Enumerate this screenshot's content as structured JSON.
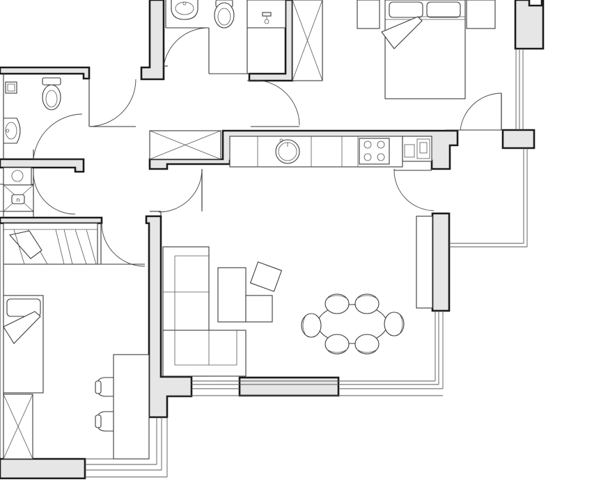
{
  "plan": {
    "type": "architectural-floor-plan",
    "rooms": [
      {
        "id": "bathroom-top",
        "fixtures": [
          "washbasin-icon",
          "toilet-icon",
          "shower-icon"
        ]
      },
      {
        "id": "bathroom-left",
        "fixtures": [
          "toilet-icon",
          "washbasin-icon"
        ]
      },
      {
        "id": "laundry",
        "fixtures": [
          "washing-machine-icon",
          "dryer-icon"
        ]
      },
      {
        "id": "bedroom-top-right",
        "fixtures": [
          "double-bed-icon",
          "nightstand-icon",
          "wardrobe-icon"
        ]
      },
      {
        "id": "bedroom-left",
        "fixtures": [
          "single-bed-icon",
          "desk-icon",
          "chair-icon",
          "wardrobe-icon"
        ]
      },
      {
        "id": "kitchen-living",
        "fixtures": [
          "kitchen-counter-icon",
          "sink-icon",
          "cooktop-icon",
          "oven-icon",
          "sofa-icon",
          "armchair-icon",
          "dining-table-icon",
          "chair-icon",
          "sideboard-icon"
        ]
      },
      {
        "id": "hall",
        "fixtures": [
          "storage-cabinet-icon"
        ]
      }
    ],
    "colors": {
      "wall_fill": "#e6e6e6",
      "wall_stroke": "#1a1a1a",
      "lines": "#333333",
      "background": "#ffffff"
    }
  }
}
